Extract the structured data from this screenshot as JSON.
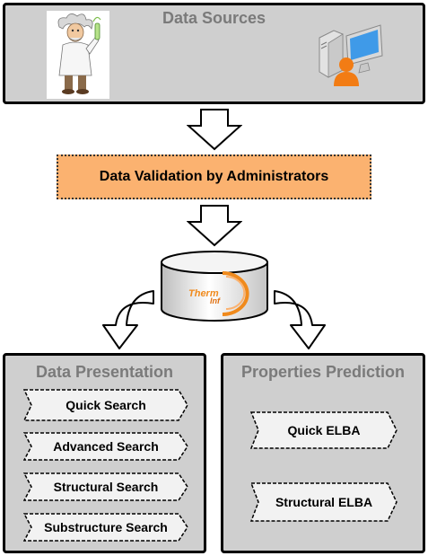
{
  "data_sources": {
    "title": "Data Sources",
    "icons": [
      "scientist-icon",
      "computer-user-icon"
    ]
  },
  "validation": {
    "label": "Data Validation by Administrators"
  },
  "database": {
    "logo_line1": "Therm",
    "logo_line2": "Inf",
    "icon": "database-cylinder-icon"
  },
  "presentation": {
    "title": "Data Presentation",
    "items": [
      "Quick Search",
      "Advanced Search",
      "Structural Search",
      "Substructure Search"
    ]
  },
  "prediction": {
    "title": "Properties Prediction",
    "items": [
      "Quick ELBA",
      "Structural ELBA"
    ]
  },
  "colors": {
    "panel": "#cfcfcf",
    "title_text": "#7a7a7a",
    "validation_fill": "#fbb270",
    "logo_orange": "#f08a1c"
  }
}
